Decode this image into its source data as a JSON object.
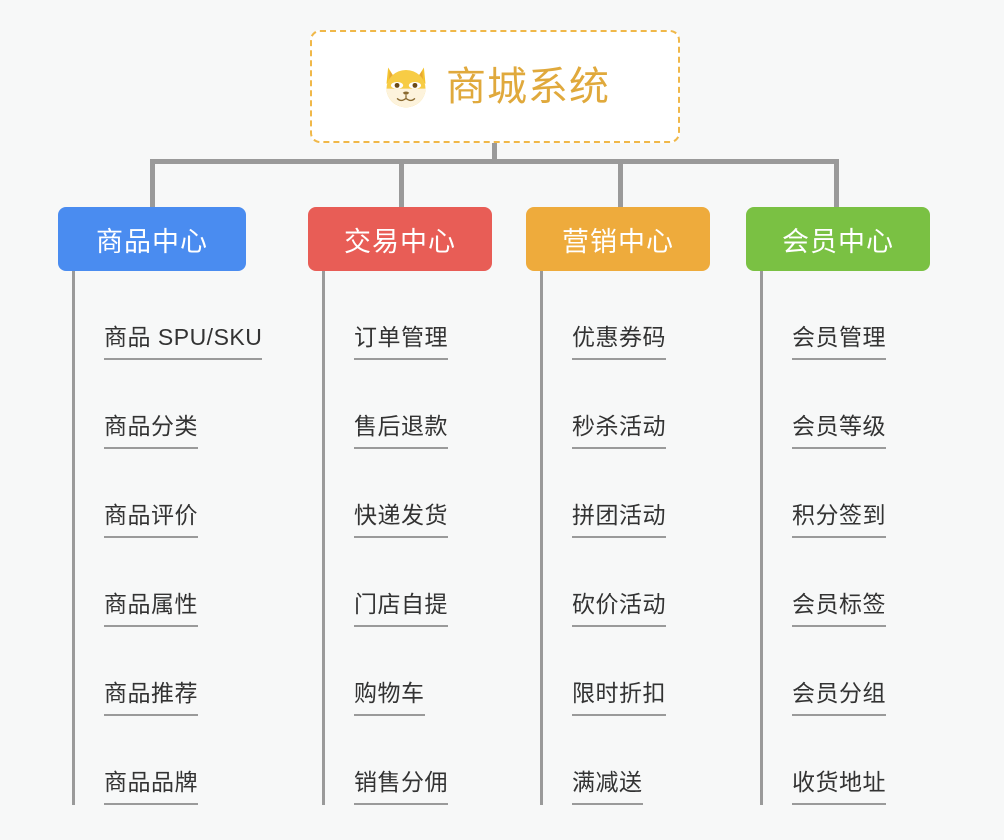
{
  "page": {
    "background_color": "#f7f8f8",
    "connector_color": "#9a9a9a"
  },
  "root": {
    "title": "商城系统",
    "emoji_name": "shiba-inu-dog-face-emoji",
    "border_color": "#f0b849",
    "title_color": "#e0a93c",
    "background_color": "#ffffff"
  },
  "columns": [
    {
      "id": "product-center",
      "header": "商品中心",
      "color": "#4a8cf0",
      "items": [
        "商品 SPU/SKU",
        "商品分类",
        "商品评价",
        "商品属性",
        "商品推荐",
        "商品品牌"
      ]
    },
    {
      "id": "trade-center",
      "header": "交易中心",
      "color": "#e85d56",
      "items": [
        "订单管理",
        "售后退款",
        "快递发货",
        "门店自提",
        "购物车",
        "销售分佣"
      ]
    },
    {
      "id": "marketing-center",
      "header": "营销中心",
      "color": "#eeab3c",
      "items": [
        "优惠券码",
        "秒杀活动",
        "拼团活动",
        "砍价活动",
        "限时折扣",
        "满减送"
      ]
    },
    {
      "id": "member-center",
      "header": "会员中心",
      "color": "#7ac143",
      "items": [
        "会员管理",
        "会员等级",
        "积分签到",
        "会员标签",
        "会员分组",
        "收货地址"
      ]
    }
  ]
}
